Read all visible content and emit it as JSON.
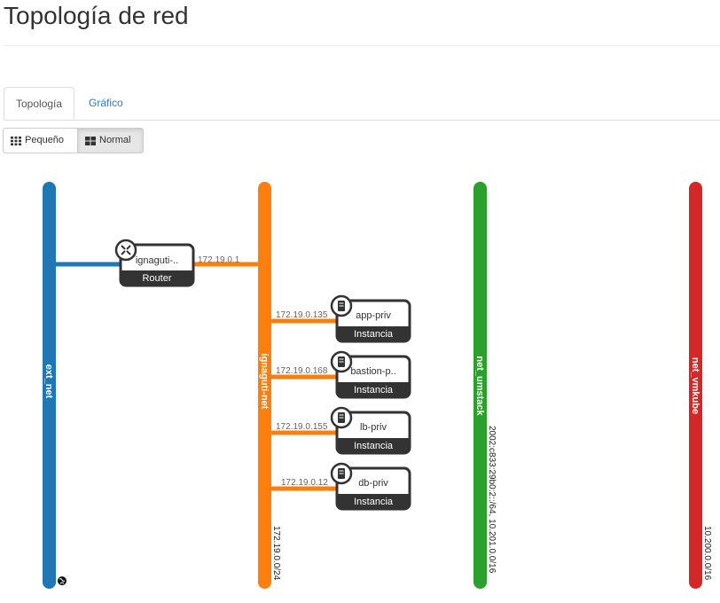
{
  "page": {
    "title": "Topología de red"
  },
  "tabs": [
    {
      "label": "Topología",
      "active": true
    },
    {
      "label": "Gráfico",
      "active": false
    }
  ],
  "view_buttons": {
    "small_label": "Pequeño",
    "normal_label": "Normal",
    "selected": "Normal"
  },
  "networks": [
    {
      "name": "ext_net",
      "cidr": "",
      "color": "#1f77b4",
      "icon": "globe-icon"
    },
    {
      "name": "ignaguti-net",
      "cidr": "172.19.0.0/24",
      "color": "#ff7f0e"
    },
    {
      "name": "net_umstack",
      "cidr": "2002:c833:29b0:2::/64, 10.201.0.0/16",
      "color": "#2ca02c"
    },
    {
      "name": "net_vmkube",
      "cidr": "10.200.0.0/16",
      "color": "#d62728"
    }
  ],
  "router": {
    "name": "ignaguti-..",
    "type": "Router",
    "ip": "172.19.0.1",
    "icon": "router-icon"
  },
  "instances": [
    {
      "name": "app-priv",
      "type": "Instancia",
      "ip": "172.19.0.135",
      "icon": "server-icon"
    },
    {
      "name": "bastion-p..",
      "type": "Instancia",
      "ip": "172.19.0.168",
      "icon": "server-icon"
    },
    {
      "name": "lb-priv",
      "type": "Instancia",
      "ip": "172.19.0.155",
      "icon": "server-icon"
    },
    {
      "name": "db-priv",
      "type": "Instancia",
      "ip": "172.19.0.12",
      "icon": "server-icon"
    }
  ]
}
